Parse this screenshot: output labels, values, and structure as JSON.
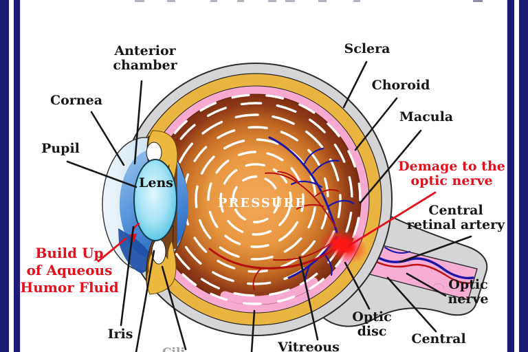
{
  "frame": {
    "border_color": "#1b1b73",
    "background": "#ffffff"
  },
  "eye_colors": {
    "sclera": "#d5d5d7",
    "choroid": "#eab440",
    "retina": "#f8a9d0",
    "vitreous_center": "#f2a658",
    "vitreous_edge": "#7c2d10",
    "cornea": "#cfe3f2",
    "anterior_chamber": "#4f90d8",
    "aqueous_buildup": "#1e4fa6",
    "iris": "#7a431c",
    "ciliary_body": "#ecb83e",
    "lens": "#7fd4ee",
    "optic_nerve_inner": "#f6aed4",
    "damage_glow": "#ff1818",
    "vein_color": "#1c16a8",
    "artery_color": "#b50e0e",
    "label_red": "#e3101e",
    "label_black": "#171717"
  },
  "labels": {
    "anterior_chamber": {
      "line1": "Anterior",
      "line2": "chamber"
    },
    "cornea": "Cornea",
    "pupil": "Pupil",
    "lens": "Lens",
    "sclera": "Sclera",
    "choroid": "Choroid",
    "macula": "Macula",
    "damage": {
      "line1": "Demage to the",
      "line2": "optic nerve"
    },
    "central_retinal_artery": {
      "line1": "Central",
      "line2": "retinal artery"
    },
    "optic_nerve": {
      "line1": "Optic",
      "line2": "nerve"
    },
    "central": "Central",
    "optic_disc": {
      "line1": "Optic",
      "line2": "disc"
    },
    "vitreous": "Vitreous",
    "iris": "Iris",
    "buildup": {
      "line1": "Build Up",
      "line2": "of Aqueous",
      "line3": "Humor Fluid"
    },
    "pressure": "PRESSURE",
    "cut_label_fragment": "Cili"
  }
}
